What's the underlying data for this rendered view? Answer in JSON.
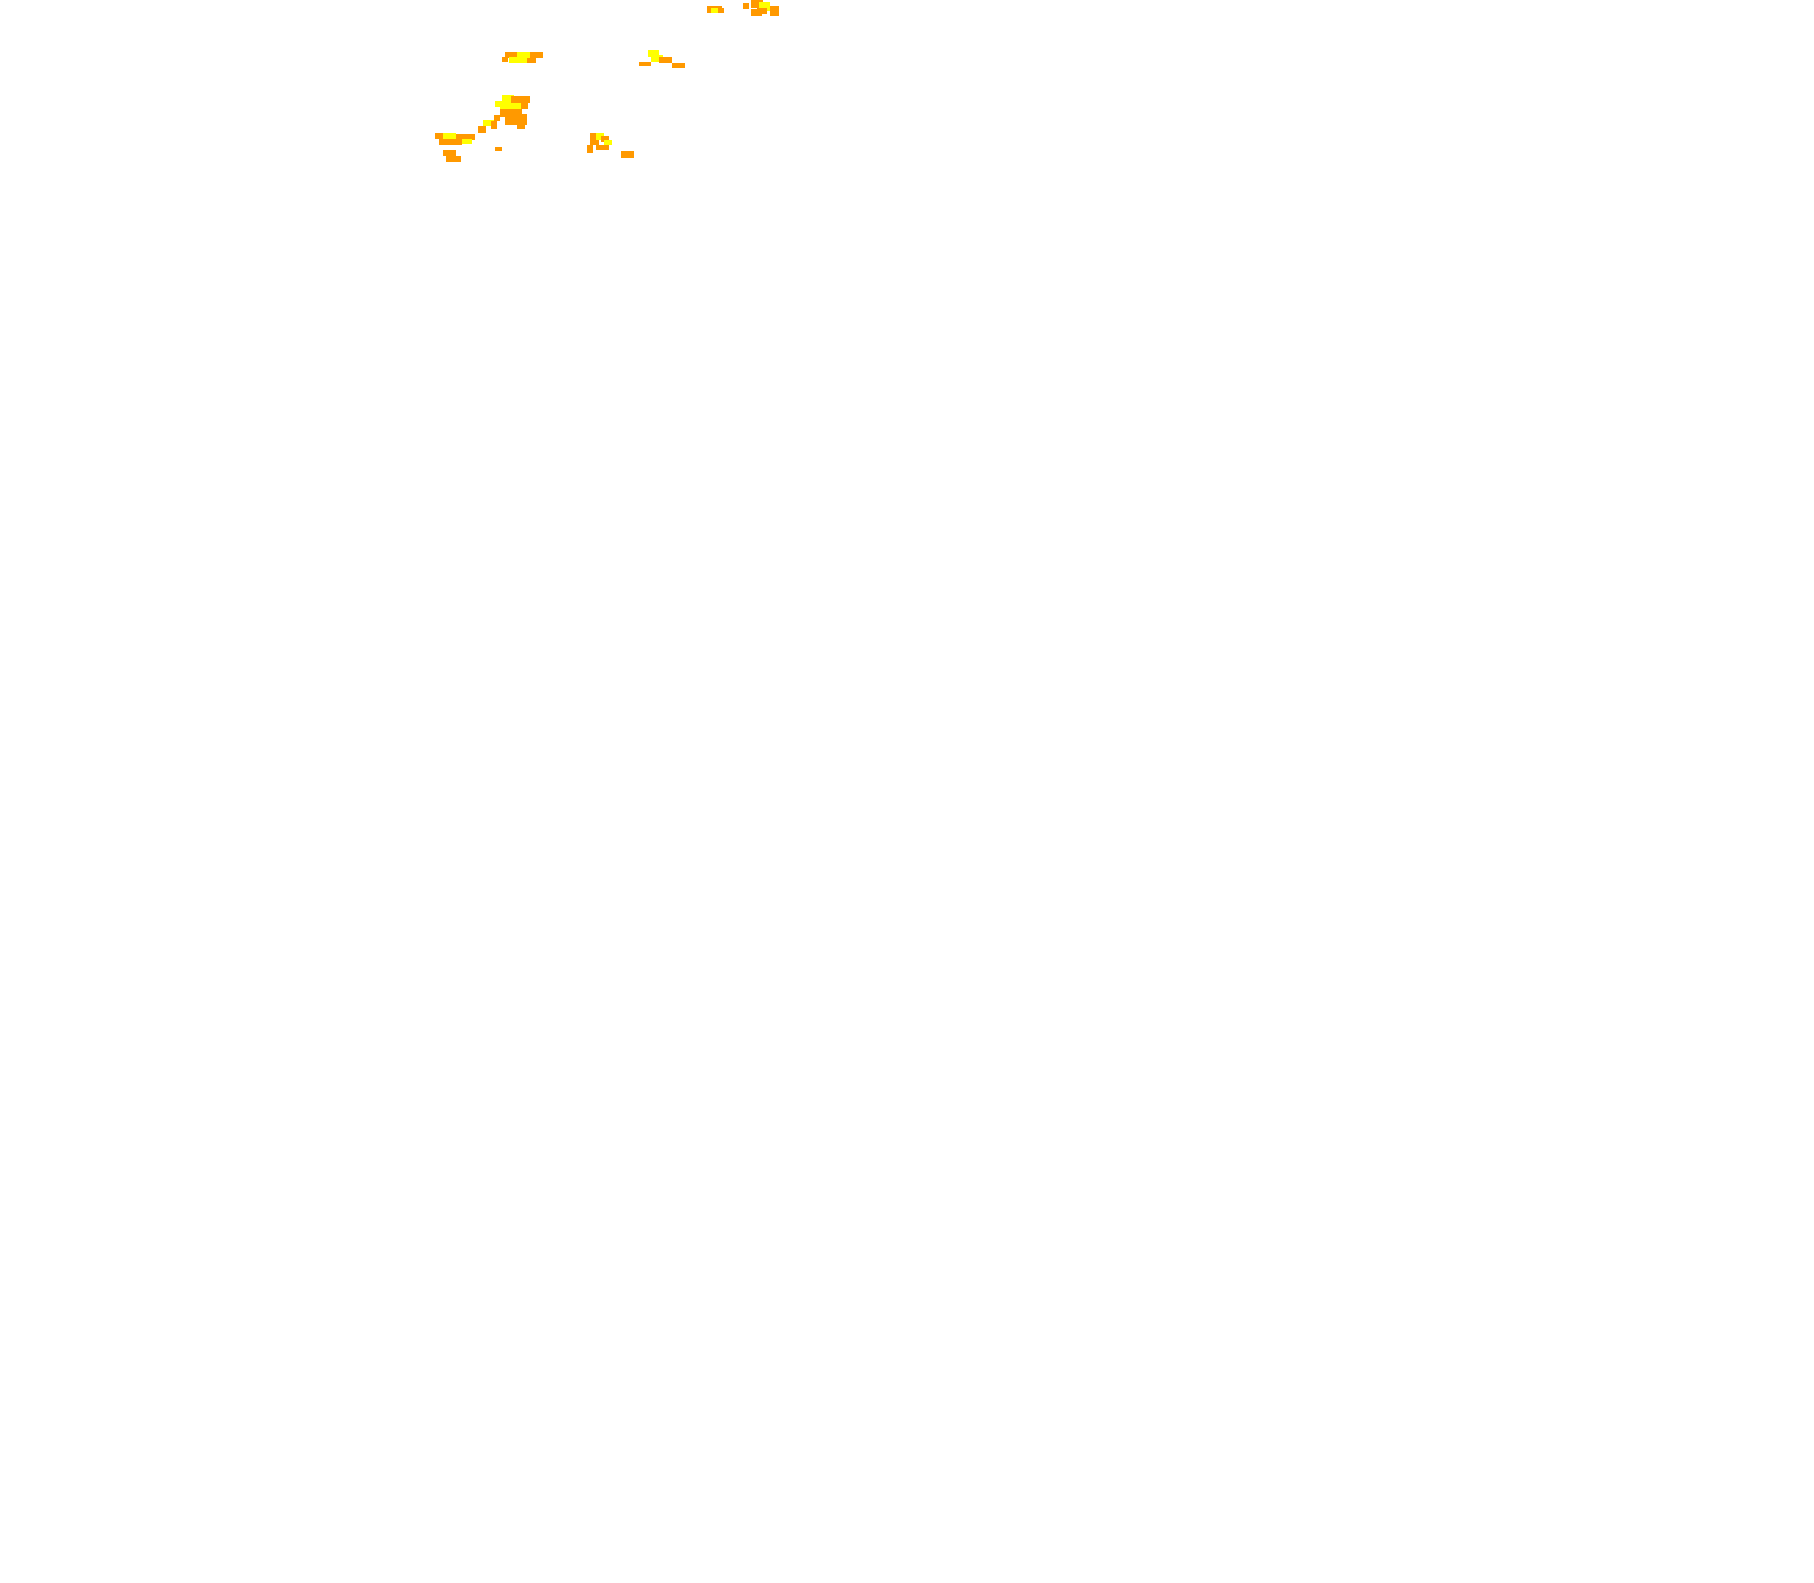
{
  "map": {
    "background_color": "#ffffff",
    "legend_visible": false,
    "palette": {
      "high": "#ffff00",
      "mid": "#ffd700",
      "low": "#ff9900"
    },
    "features": [
      {
        "name": "heat-cluster-north-1",
        "intensity": "mixed"
      },
      {
        "name": "heat-cluster-north-2",
        "intensity": "mixed"
      },
      {
        "name": "heat-cluster-west-1",
        "intensity": "mixed"
      },
      {
        "name": "heat-cluster-west-2",
        "intensity": "mixed"
      },
      {
        "name": "heat-cluster-central",
        "intensity": "high"
      },
      {
        "name": "heat-cluster-southwest",
        "intensity": "mixed"
      },
      {
        "name": "heat-cluster-south-1",
        "intensity": "mixed"
      },
      {
        "name": "heat-cluster-south-2",
        "intensity": "low"
      }
    ]
  }
}
